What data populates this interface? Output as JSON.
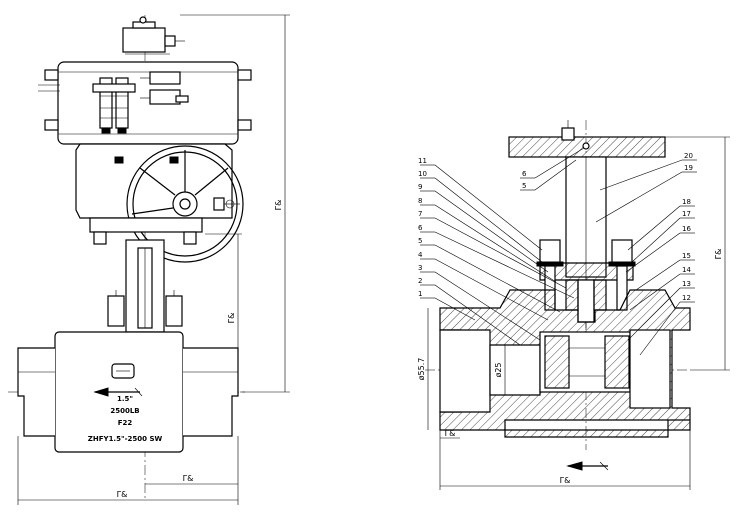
{
  "left_view": {
    "marking": {
      "size": "1.5\"",
      "class": "2500LB",
      "material": "F22",
      "model": "ZHFY1.5\"-2500 SW"
    },
    "dims": {
      "overall_height": "Γ&",
      "center_height": "Γ&",
      "half_length": "Γ&",
      "overall_length": "Γ&"
    }
  },
  "right_view": {
    "part_numbers_left": [
      "11",
      "10",
      "9",
      "8",
      "7",
      "6",
      "5",
      "4",
      "3",
      "2",
      "1"
    ],
    "part_numbers_right": [
      "18",
      "17",
      "16",
      "15",
      "14",
      "13",
      "12"
    ],
    "part_numbers_top": [
      "20",
      "19",
      "6",
      "5"
    ],
    "dims": {
      "outer_diameter": "ø55.7",
      "bore_diameter": "ø25",
      "height": "Γ&",
      "socket_depth": "Γ&",
      "overall_length": "Γ&"
    }
  }
}
